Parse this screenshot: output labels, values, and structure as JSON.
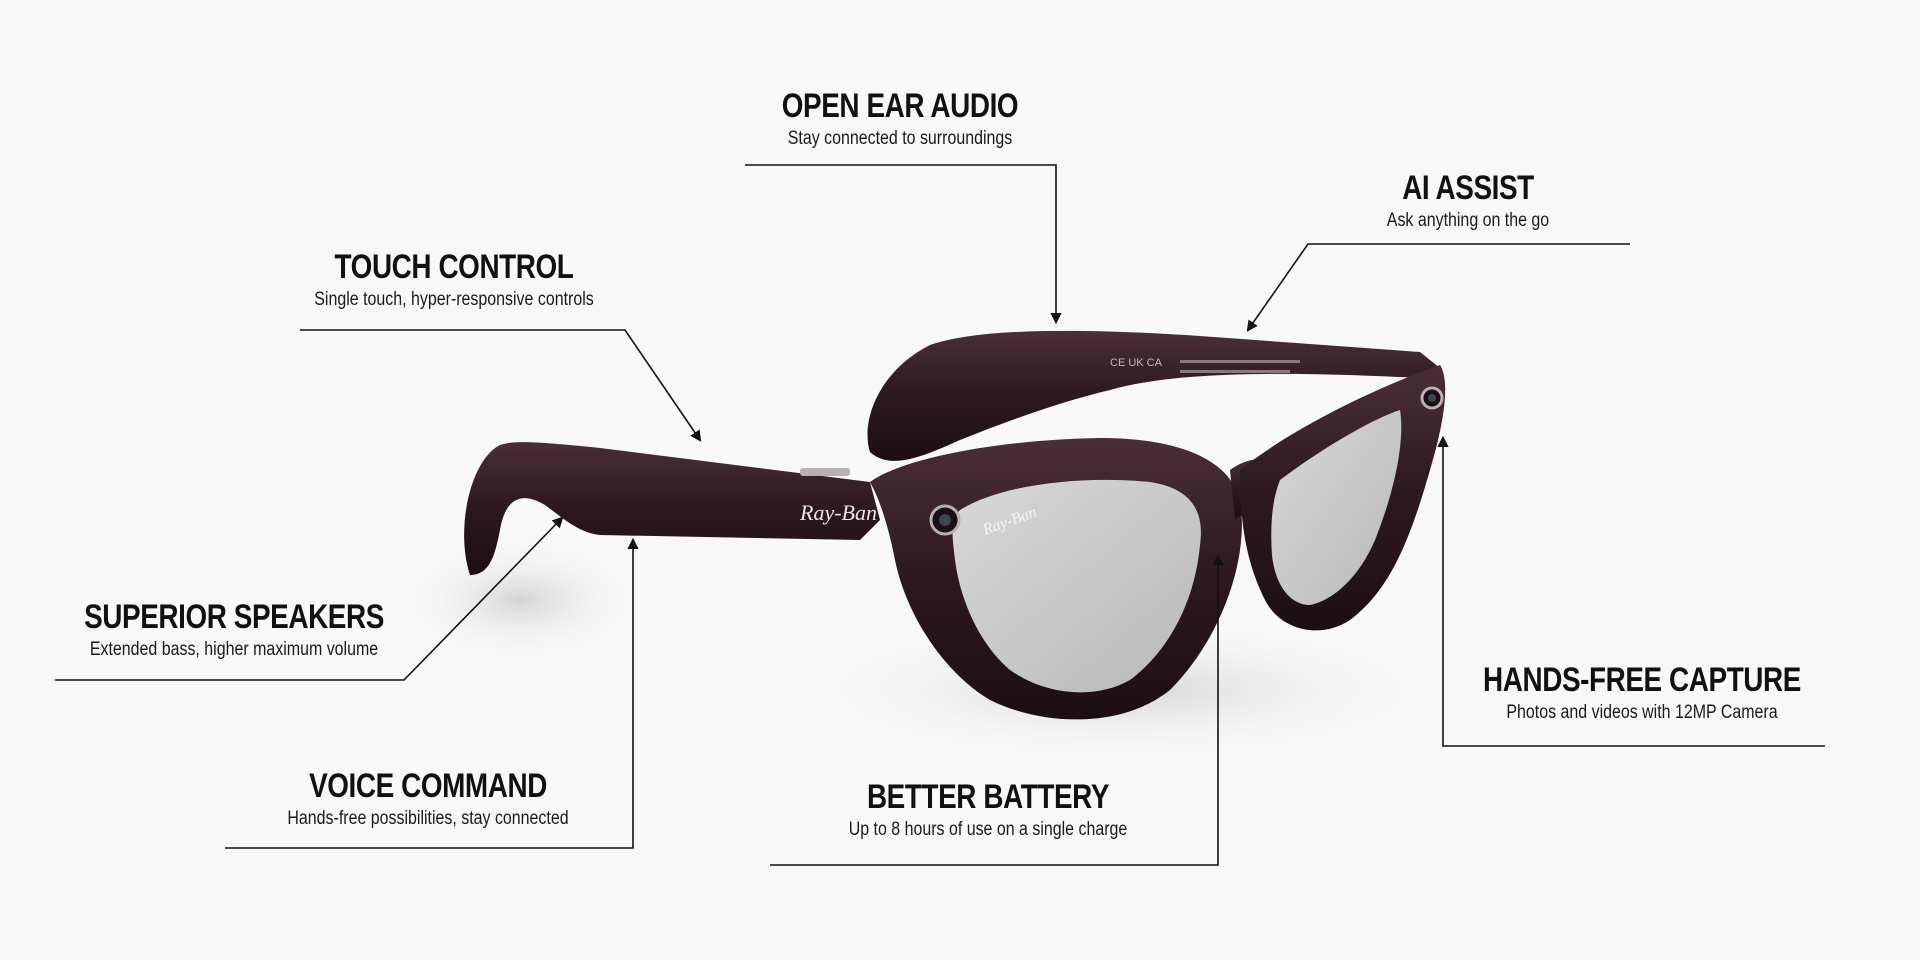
{
  "features": {
    "open_ear_audio": {
      "title": "OPEN EAR AUDIO",
      "desc": "Stay connected to surroundings"
    },
    "ai_assist": {
      "title": "AI ASSIST",
      "desc": "Ask anything on the go"
    },
    "touch_control": {
      "title": "TOUCH CONTROL",
      "desc": "Single touch, hyper-responsive controls"
    },
    "superior_speakers": {
      "title": "SUPERIOR SPEAKERS",
      "desc": "Extended bass, higher maximum volume"
    },
    "voice_command": {
      "title": "VOICE COMMAND",
      "desc": "Hands-free possibilities, stay connected"
    },
    "better_battery": {
      "title": "BETTER BATTERY",
      "desc": "Up to 8 hours of use on a single charge"
    },
    "hands_free_capture": {
      "title": "HANDS-FREE CAPTURE",
      "desc": "Photos and videos with 12MP Camera"
    }
  },
  "product": {
    "brand_logo": "Ray-Ban",
    "temple_markings": "CE UK CA"
  },
  "colors": {
    "background": "#f8f8f8",
    "frame": "#2e1a22",
    "lens": "#c9c9c9",
    "text": "#111111"
  }
}
